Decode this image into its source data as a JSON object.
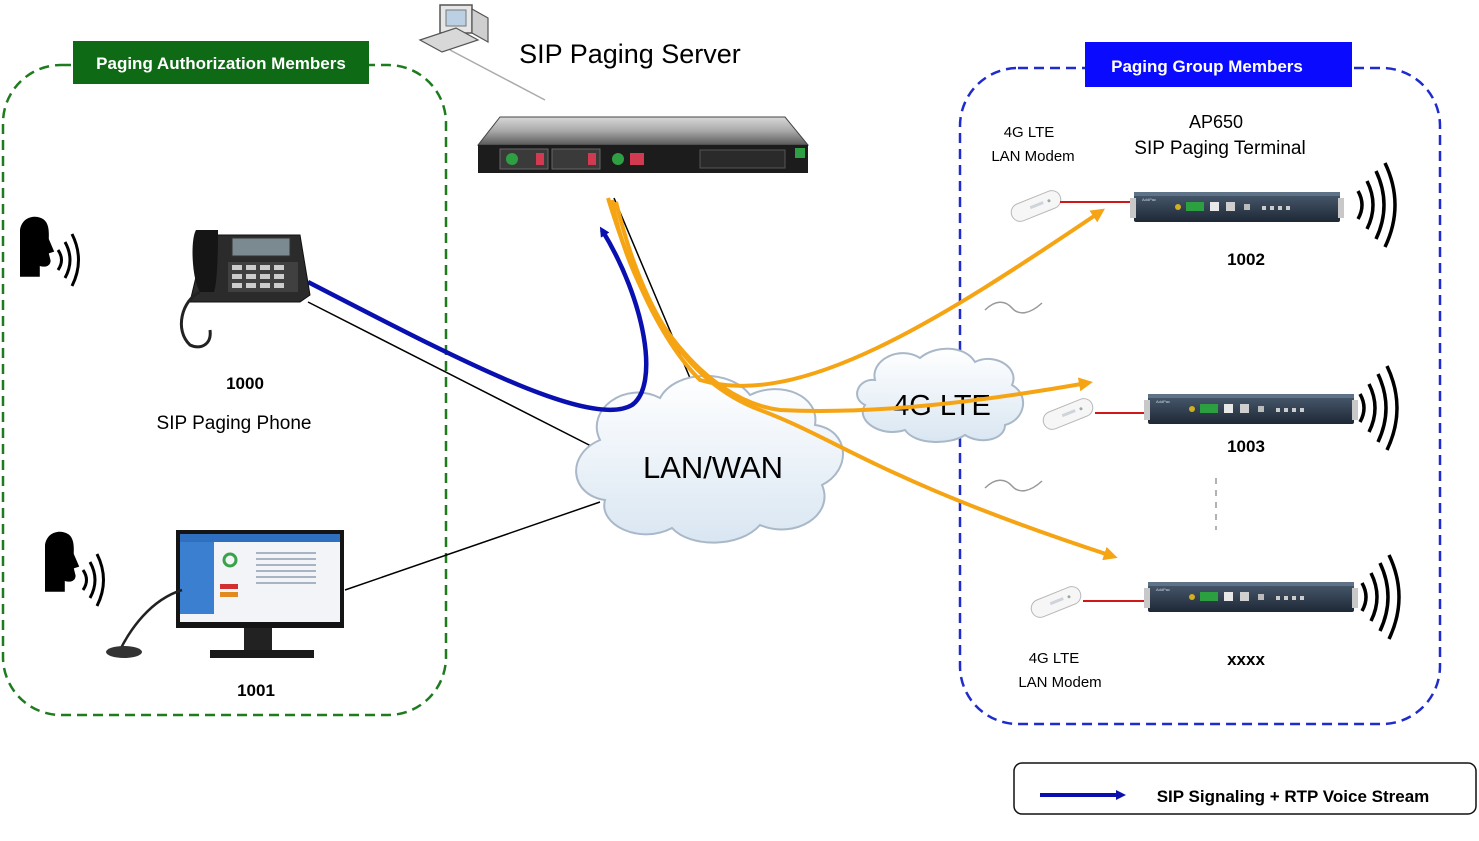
{
  "colors": {
    "auth_group_border": "#1e7b1e",
    "auth_group_header": "#0e6a14",
    "paging_group_border": "#1f2bcc",
    "paging_group_header": "#0a0aff",
    "signaling_arrow": "#0a10b0",
    "lte_arrow": "#f5a414",
    "modem_link": "#d01818"
  },
  "auth_group": {
    "header": "Paging Authorization Members",
    "phone": {
      "ext": "1000",
      "name": "SIP Paging Phone",
      "icon": "desk-phone-icon"
    },
    "pc": {
      "ext": "1001",
      "icon": "pc-with-microphone-icon"
    }
  },
  "server": {
    "title": "SIP Paging Server",
    "icon": "rack-server-icon"
  },
  "network": {
    "lan_wan": "LAN/WAN",
    "lte": "4G LTE"
  },
  "paging_group": {
    "header": "Paging Group Members",
    "terminal_model": "AP650",
    "terminal_desc": "SIP Paging Terminal",
    "modem_top_line1": "4G LTE",
    "modem_top_line2": "LAN Modem",
    "modem_bottom_line1": "4G LTE",
    "modem_bottom_line2": "LAN  Modem",
    "terminals": [
      {
        "ext": "1002"
      },
      {
        "ext": "1003"
      },
      {
        "ext": "xxxx"
      }
    ]
  },
  "legend": {
    "text": "SIP Signaling + RTP Voice Stream"
  }
}
